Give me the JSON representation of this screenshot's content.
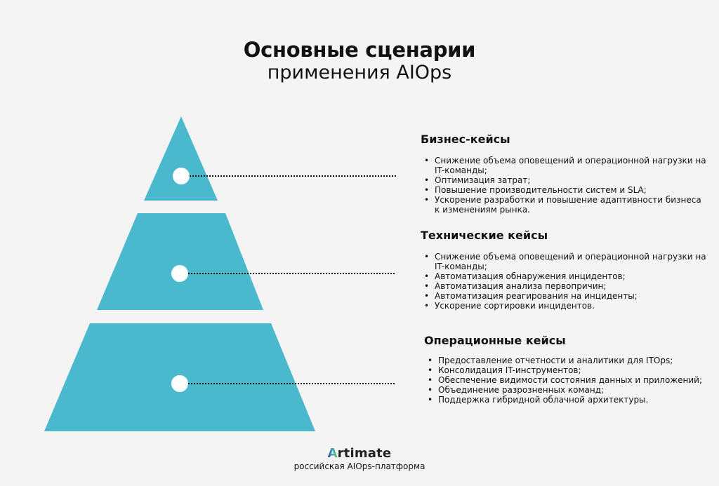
{
  "title": {
    "line1": "Основные сценарии",
    "line2": "применения AIOps"
  },
  "colors": {
    "pyramid_fill": "#4ab8cd",
    "background": "#f4f4f4",
    "marker_fill": "#ffffff",
    "text": "#111111"
  },
  "sections": [
    {
      "title": "Бизнес-кейсы",
      "items": [
        "Снижение объема оповещений и операционной нагрузки на IT-команды;",
        "Оптимизация затрат;",
        "Повышение производительности систем и SLA;",
        "Ускорение разработки и повышение адаптивности бизнеса к изменениям рынка."
      ]
    },
    {
      "title": "Технические кейсы",
      "items": [
        "Снижение объема оповещений и операционной нагрузки на IT-команды;",
        "Автоматизация обнаружения инцидентов;",
        "Автоматизация анализа первопричин;",
        "Автоматизация реагирования на инциденты;",
        "Ускорение сортировки инцидентов."
      ]
    },
    {
      "title": "Операционные кейсы",
      "items": [
        "Предоставление отчетности и аналитики для ITOps;",
        "Консолидация IT-инструментов;",
        "Обеспечение видимости состояния данных и приложений;",
        "Объединение разрозненных команд;",
        "Поддержка гибридной облачной архитектуры."
      ]
    }
  ],
  "logo": {
    "mark": "A",
    "name": "rtimate",
    "subtitle": "российская AIOps-платформа"
  }
}
